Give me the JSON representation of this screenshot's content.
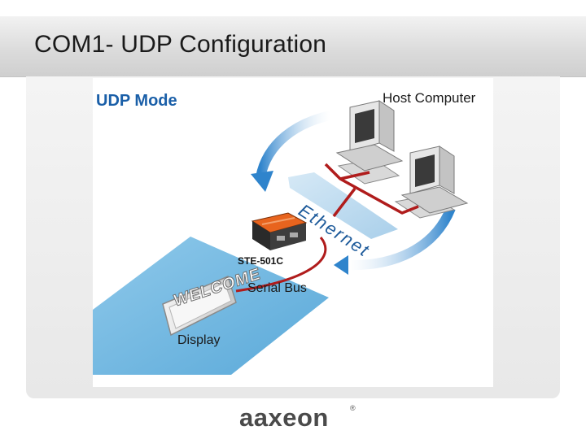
{
  "slide": {
    "title": "COM1- UDP Configuration"
  },
  "diagram": {
    "mode_title": "UDP Mode",
    "host_label": "Host Computer",
    "network_label": "Ethernet",
    "device_label": "STE-501C",
    "bus_label": "Serial Bus",
    "display_label": "Display",
    "display_text": "WELCOME"
  },
  "logo": {
    "text": "aaxeon",
    "mark": "®"
  },
  "colors": {
    "title_blue": "#1a5fa8",
    "arrow_blue": "#3f8fd0",
    "network_band": "#bcd9ef",
    "floor_blue": "#7fbfe3",
    "cable_red": "#b01c1c",
    "device_orange": "#e8641e"
  }
}
